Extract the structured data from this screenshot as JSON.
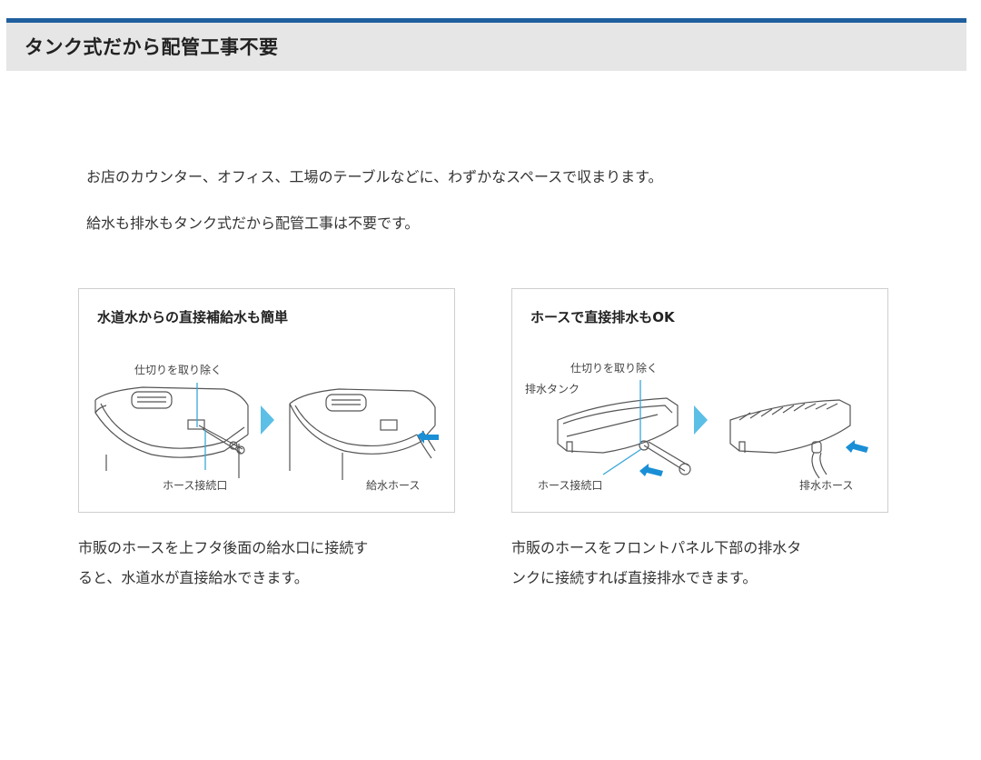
{
  "header": {
    "title": "タンク式だから配管工事不要",
    "bar_color": "#1f5f9e",
    "bg_color": "#e6e6e6"
  },
  "intro": {
    "line1": "お店のカウンター、オフィス、工場のテーブルなどに、わずかなスペースで収まります。",
    "line2": "給水も排水もタンク式だから配管工事は不要です。"
  },
  "cards": [
    {
      "title": "水道水からの直接補給水も簡単",
      "labels": {
        "remove_divider": "仕切りを取り除く",
        "hose_port": "ホース接続口",
        "supply_hose": "給水ホース"
      },
      "caption_line1": "市販のホースを上フタ後面の給水口に接続す",
      "caption_line2": "ると、水道水が直接給水できます。"
    },
    {
      "title": "ホースで直接排水もOK",
      "labels": {
        "remove_divider": "仕切りを取り除く",
        "drain_tank": "排水タンク",
        "hose_port": "ホース接続口",
        "drain_hose": "排水ホース"
      },
      "caption_line1": "市販のホースをフロントパネル下部の排水タ",
      "caption_line2": "ンクに接続すれば直接排水できます。"
    }
  ],
  "accent": {
    "arrow_color": "#5bbfe6",
    "pointer_color": "#1a8fd6"
  }
}
